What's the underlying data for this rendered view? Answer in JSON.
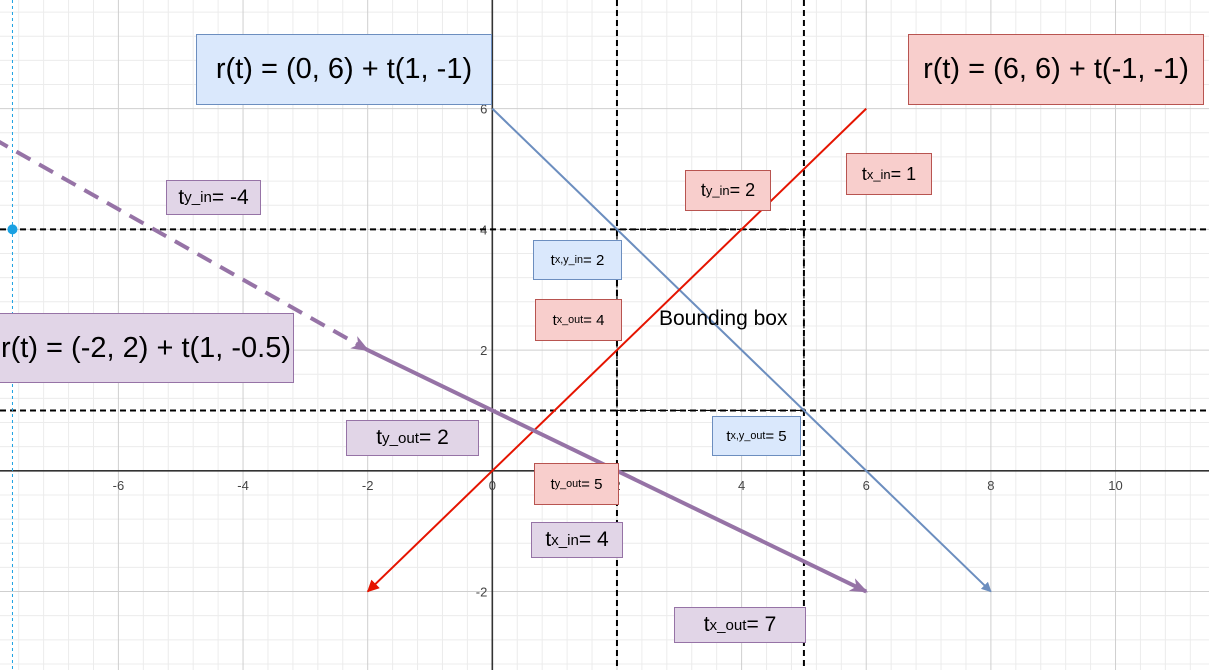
{
  "chart_data": {
    "type": "line",
    "xlim": [
      -7.9,
      11.5
    ],
    "ylim": [
      -3.3,
      7.8
    ],
    "grid": true,
    "x_ticks": [
      "-6",
      "-4",
      "-2",
      "0",
      "2",
      "4",
      "6",
      "8",
      "10"
    ],
    "y_ticks": [
      "6",
      "4",
      "2",
      "-2"
    ],
    "series": [
      {
        "color": "#6c8ebf",
        "x": [
          0,
          8
        ],
        "y": [
          6,
          -2
        ],
        "style": "solid",
        "arrow": "end"
      },
      {
        "color": "#e51400",
        "x": [
          6,
          -2
        ],
        "y": [
          6,
          -2
        ],
        "style": "solid",
        "arrow": "end"
      },
      {
        "color": "#9673a6",
        "x": [
          -8,
          -2
        ],
        "y": [
          5.5,
          2
        ],
        "style": "dashed",
        "arrow": "end"
      },
      {
        "color": "#9673a6",
        "x": [
          -2,
          6
        ],
        "y": [
          2,
          -2
        ],
        "style": "solid",
        "arrow": "end"
      }
    ],
    "bounding_box": {
      "x": [
        2,
        5
      ],
      "y": [
        1,
        4
      ]
    },
    "guide_lines": {
      "vertical_x": [
        2,
        5
      ],
      "horizontal_y": [
        4,
        1
      ],
      "dotted_vertical_x": -7.7
    },
    "marker_point": {
      "x": -7.7,
      "y": 4,
      "color": "#1ba1e2"
    }
  },
  "labels": {
    "eq_blue": "r(t) = (0, 6) + t(1, -1)",
    "eq_red": "r(t) = (6, 6) + t(-1, -1)",
    "eq_purple": "r(t) = (-2, 2) + t(1, -0.5)",
    "bbox": "Bounding box",
    "ty_in_neg4": {
      "base": "t",
      "sub": "y_in",
      "rest": " = -4"
    },
    "ty_in_2": {
      "base": "t",
      "sub": "y_in",
      "rest": " = 2"
    },
    "tx_in_1": {
      "base": "t",
      "sub": "x_in",
      "rest": " = 1"
    },
    "txy_in_2": {
      "base": "t",
      "sub": "x,y_in",
      "rest": " = 2"
    },
    "tx_out_4": {
      "base": "t",
      "sub": "x_out",
      "rest": " = 4"
    },
    "txy_out_5": {
      "base": "t",
      "sub": "x,y_out",
      "rest": " = 5"
    },
    "ty_out_2": {
      "base": "t",
      "sub": "y_out",
      "rest": " = 2"
    },
    "ty_out_5": {
      "base": "t",
      "sub": "y_out",
      "rest": " = 5"
    },
    "tx_in_4": {
      "base": "t",
      "sub": "x_in",
      "rest": " = 4"
    },
    "tx_out_7": {
      "base": "t",
      "sub": "x_out",
      "rest": " = 7"
    }
  }
}
